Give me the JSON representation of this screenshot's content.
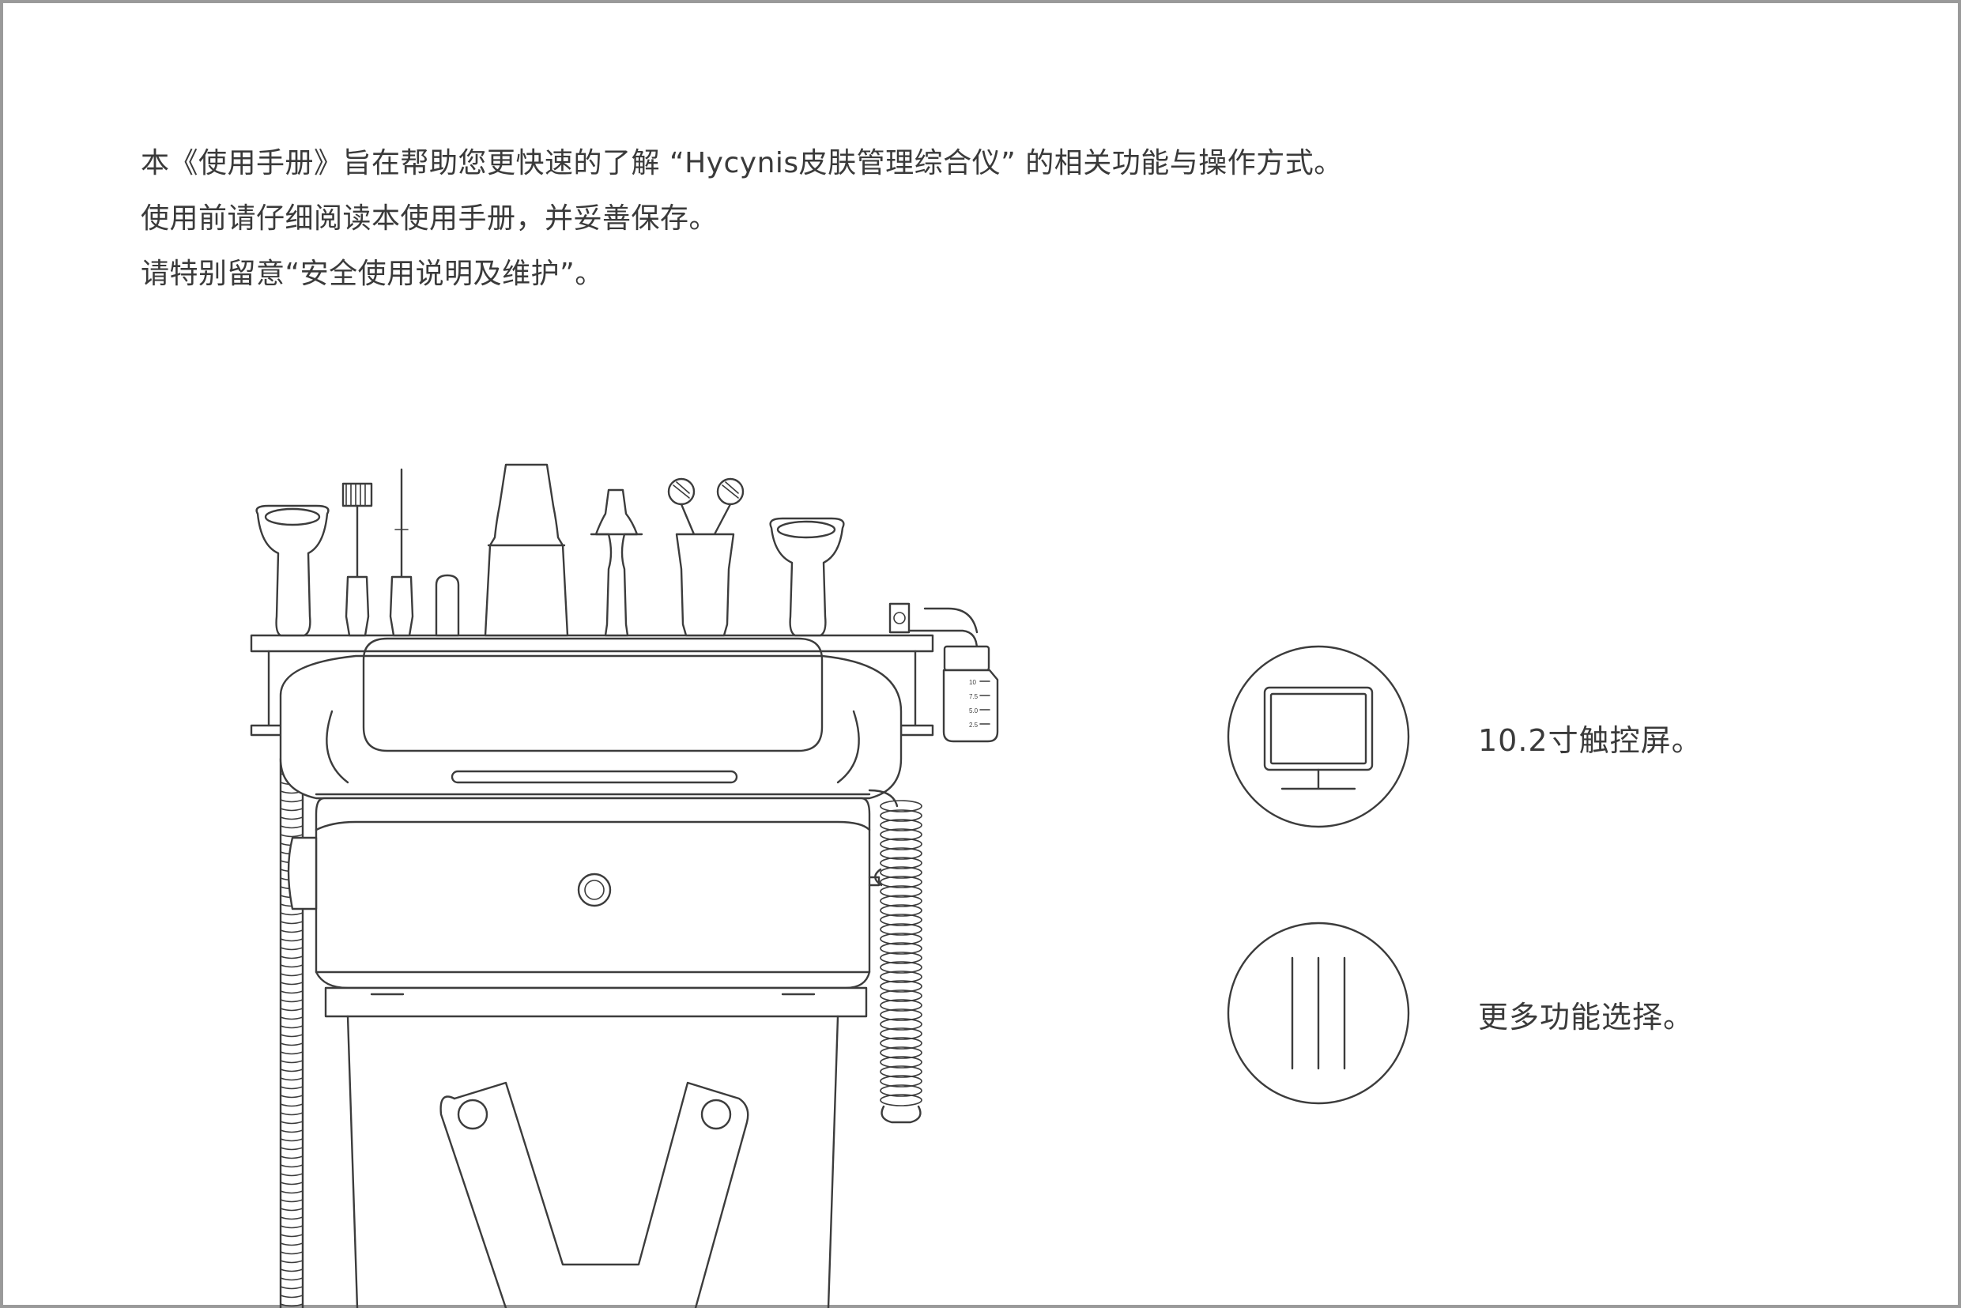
{
  "intro": {
    "line1": "本《使用手册》旨在帮助您更快速的了解 “Hycynis皮肤管理综合仪” 的相关功能与操作方式。",
    "line2": "使用前请仔细阅读本使用手册，并妥善保存。",
    "line3": "请特别留意“安全使用说明及维护”。"
  },
  "features": [
    {
      "icon": "monitor-icon",
      "label": "10.2寸触控屏。"
    },
    {
      "icon": "handles-icon",
      "label": "更多功能选择。"
    }
  ],
  "device": {
    "bottle_scale": [
      "10",
      "7.5",
      "5.0",
      "2.5"
    ]
  },
  "colors": {
    "line": "#3c3c3c",
    "text": "#3a3a3a",
    "frame": "#9a9a9a"
  }
}
